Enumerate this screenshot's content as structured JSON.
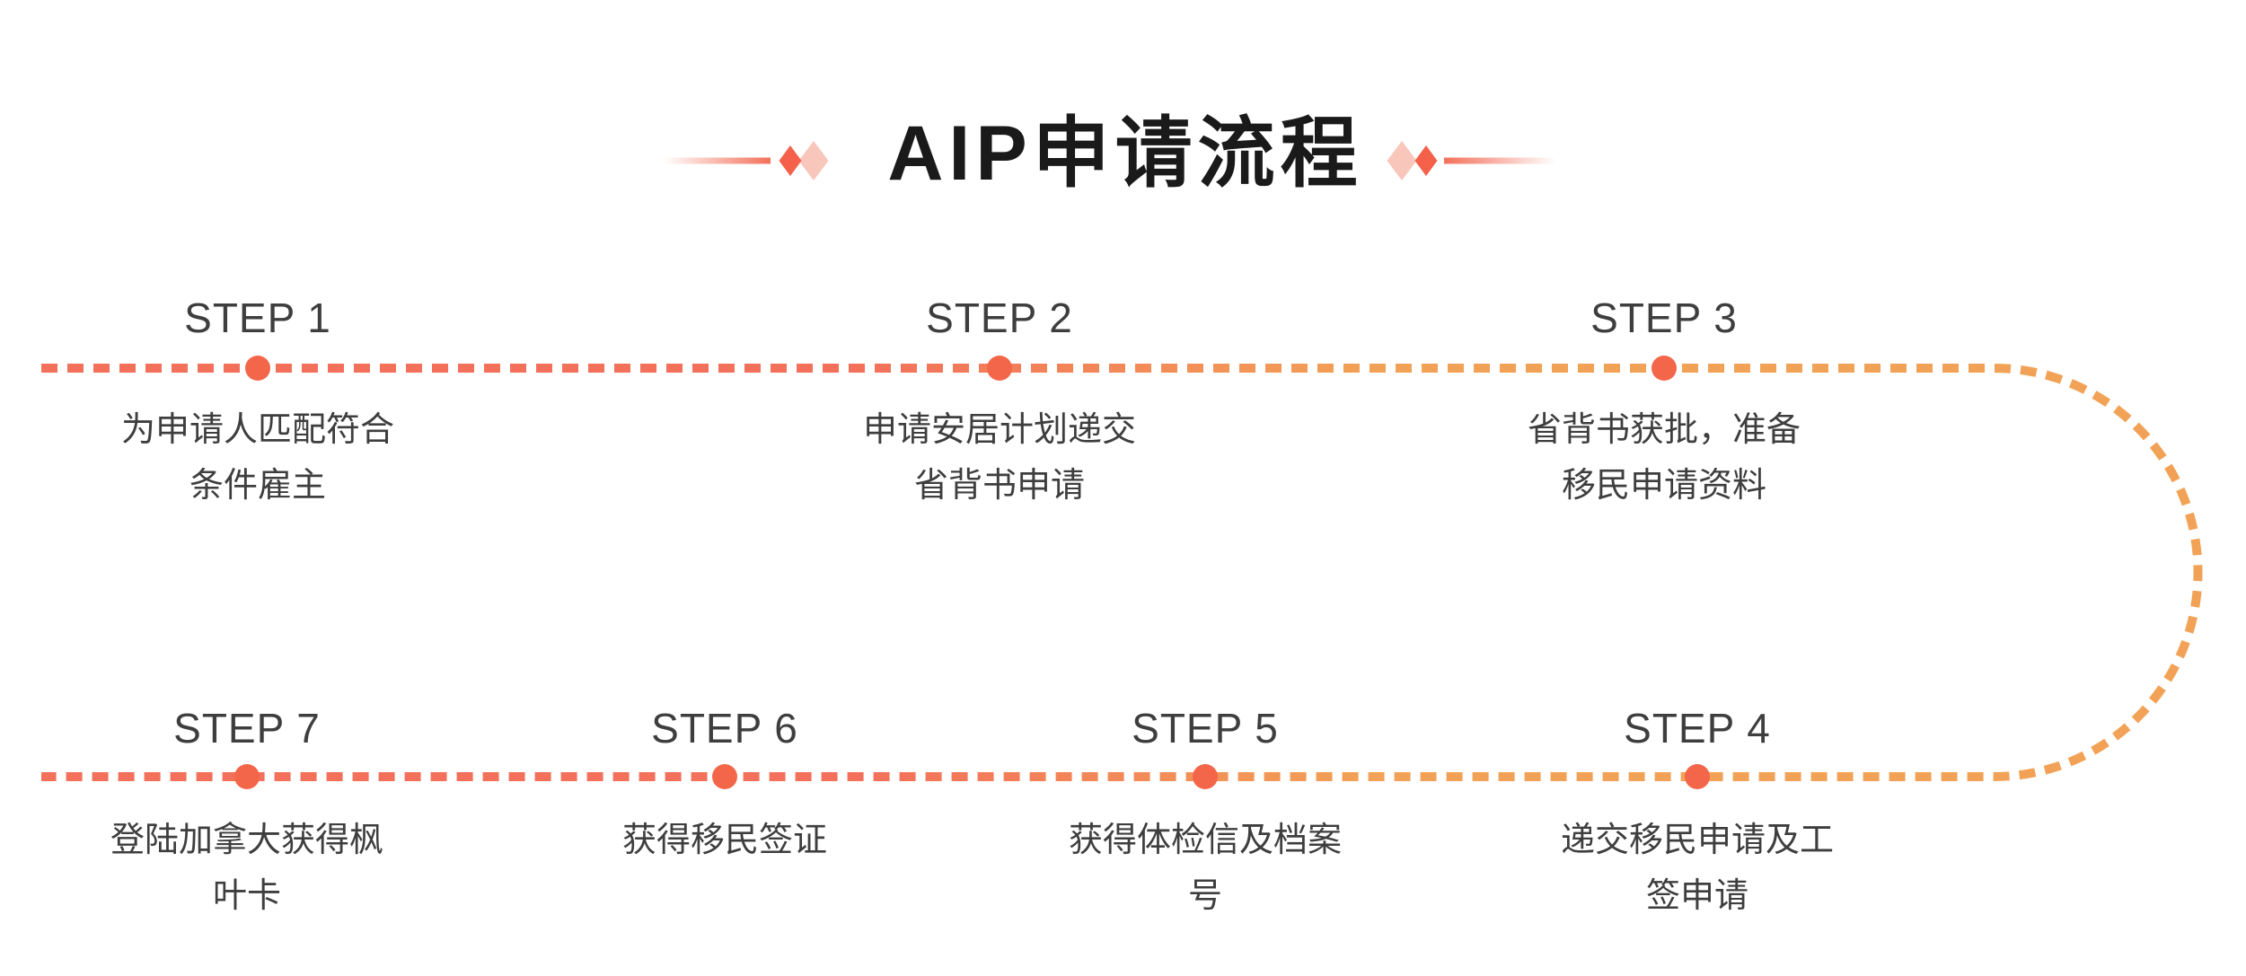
{
  "title": {
    "text": "AIP申请流程"
  },
  "colors": {
    "background": "#ffffff",
    "line_coral": "#f3705a",
    "line_orange": "#f2a256",
    "dot": "#f4664a",
    "diamond_solid": "#f4604a",
    "diamond_light": "#f9c6bb",
    "text_dark": "#3e3e3e",
    "title_color": "#1a1a1a"
  },
  "steps": [
    {
      "label": "STEP 1",
      "desc": "为申请人匹配符合\n条件雇主"
    },
    {
      "label": "STEP 2",
      "desc": "申请安居计划递交\n省背书申请"
    },
    {
      "label": "STEP 3",
      "desc": "省背书获批，准备\n移民申请资料"
    },
    {
      "label": "STEP 4",
      "desc": "递交移民申请及工\n签申请"
    },
    {
      "label": "STEP 5",
      "desc": "获得体检信及档案\n号"
    },
    {
      "label": "STEP 6",
      "desc": "获得移民签证"
    },
    {
      "label": "STEP 7",
      "desc": "登陆加拿大获得枫\n叶卡"
    }
  ]
}
